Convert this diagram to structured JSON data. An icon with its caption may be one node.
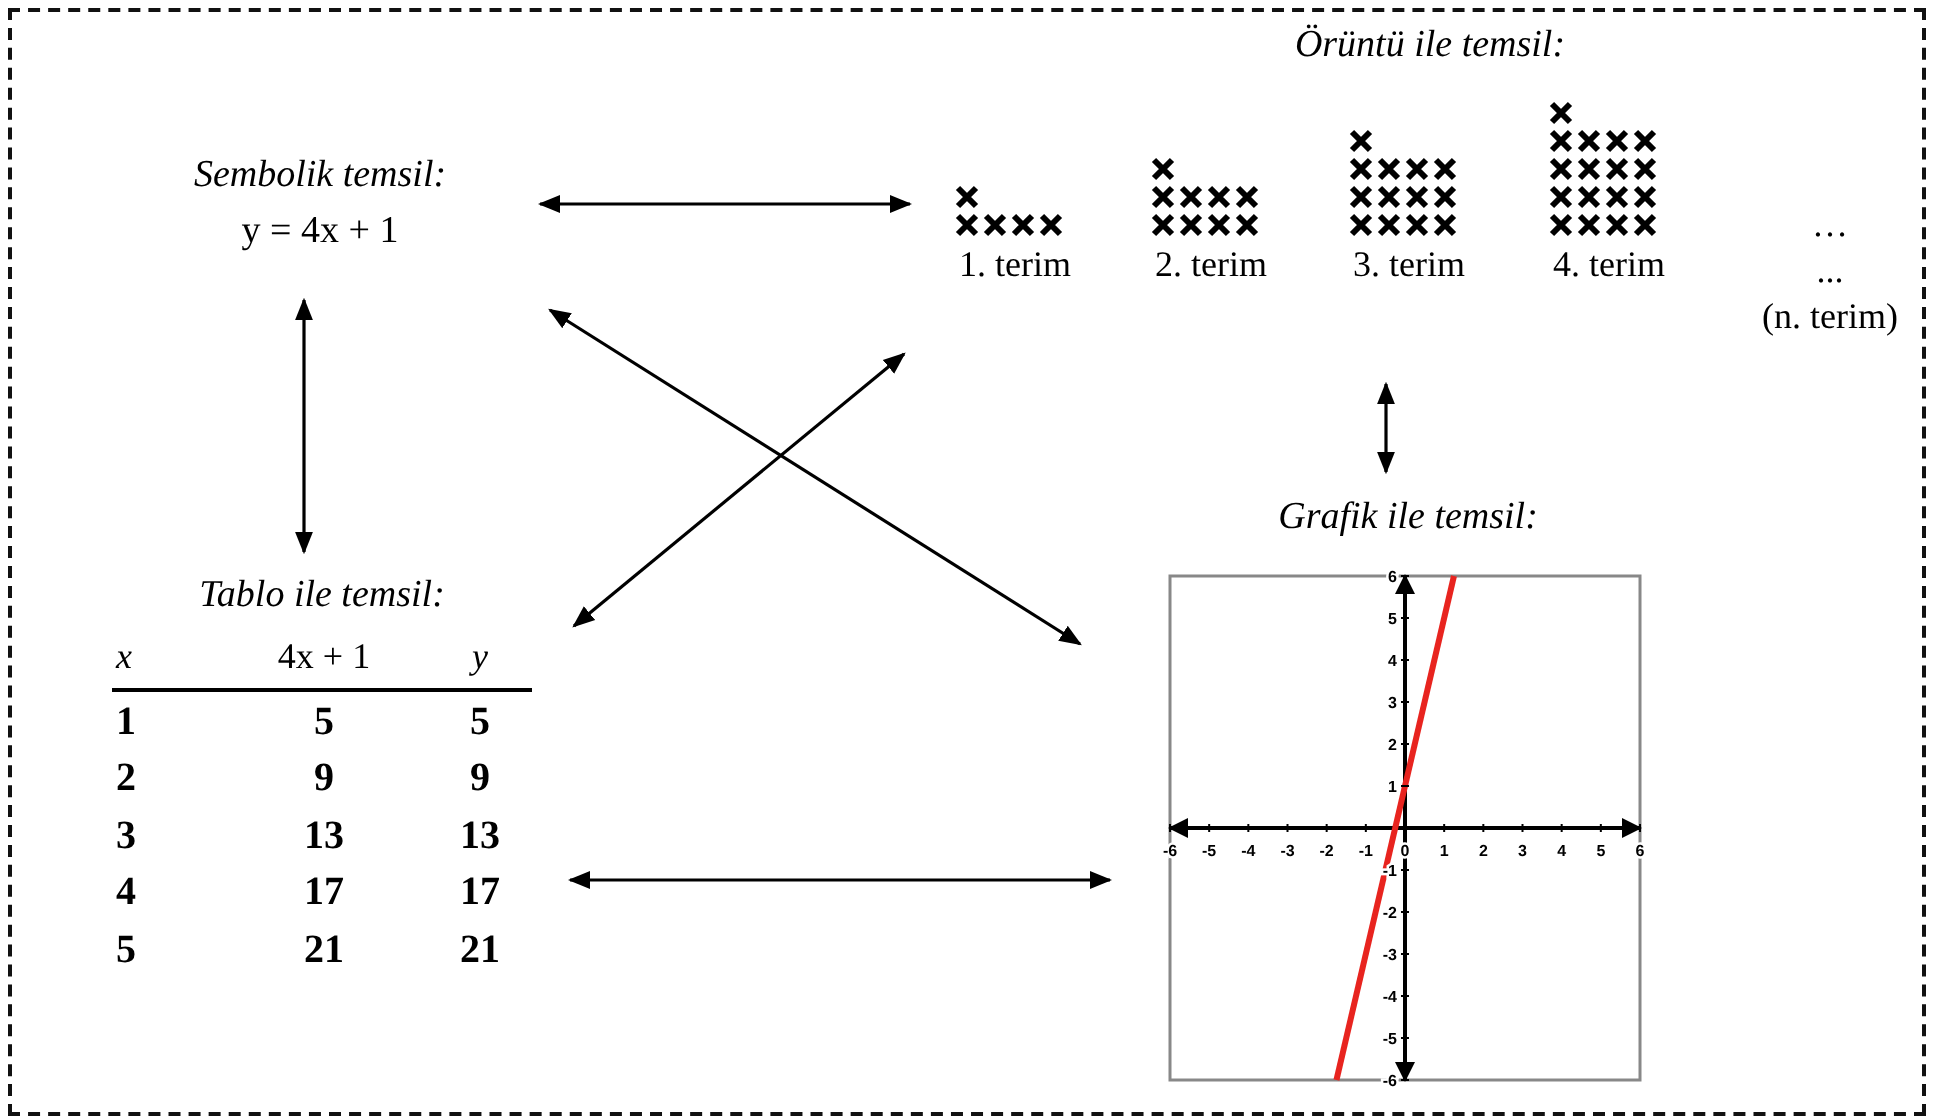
{
  "diagram": {
    "nodes": [
      {
        "text": [
          "Sembolik temsil:",
          "y = 4x + 1"
        ]
      },
      {
        "text": [
          "Örüntü ile temsil:",
          "1. terim",
          "2. terim",
          "3. terim",
          "4. terim",
          "…",
          "...",
          "(n. terim)"
        ]
      },
      {
        "text": [
          "Tablo ile temsil:",
          "x",
          "4x + 1",
          "y",
          "1",
          "5",
          "5",
          "2",
          "9",
          "9",
          "3",
          "13",
          "13",
          "4",
          "17",
          "17",
          "5",
          "21",
          "21"
        ]
      },
      {
        "text": [
          "Grafik ile temsil:"
        ]
      }
    ],
    "edges": [
      {
        "from": 0,
        "to": 1,
        "arrow": "both"
      },
      {
        "from": 0,
        "to": 2,
        "arrow": "both"
      },
      {
        "from": 0,
        "to": 3,
        "arrow": "both"
      },
      {
        "from": 1,
        "to": 2,
        "arrow": "both"
      },
      {
        "from": 1,
        "to": 3,
        "arrow": "both"
      },
      {
        "from": 2,
        "to": 3,
        "arrow": "both"
      }
    ],
    "chart_data": {
      "type": "line",
      "x": [
        -1.75,
        1.25
      ],
      "series": [
        {
          "color": "#e8241f",
          "values": [
            -6,
            6
          ]
        }
      ],
      "xlim": [
        -6,
        6
      ],
      "ylim": [
        -6,
        6
      ],
      "xticks": [
        -6,
        -5,
        -4,
        -3,
        -2,
        -1,
        0,
        1,
        2,
        3,
        4,
        5,
        6
      ],
      "yticks": [
        -6,
        -5,
        -4,
        -3,
        -2,
        -1,
        1,
        2,
        3,
        4,
        5,
        6
      ]
    }
  }
}
